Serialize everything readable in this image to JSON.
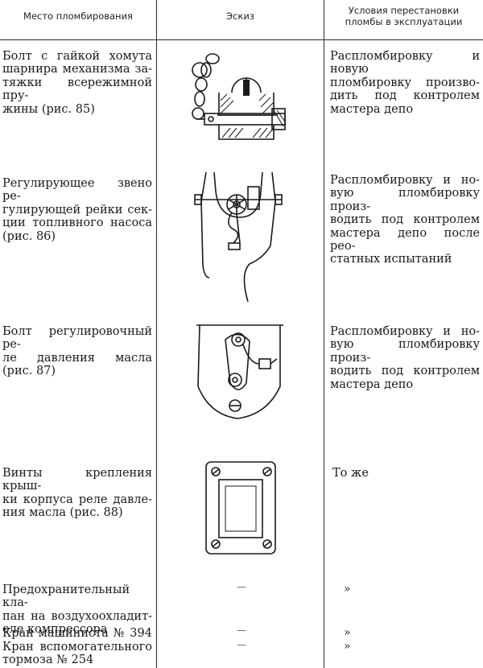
{
  "header": {
    "col1": "Место пломбирования",
    "col2": "Эскиз",
    "col3_line1": "Условия перестановки",
    "col3_line2": "пломбы в эксплуатации"
  },
  "rows": [
    {
      "place": [
        "Болт с гайкой хомута",
        "шарнира механизма за-",
        "тяжки всережимной пру-",
        "жины (рис. 85)"
      ],
      "condition": [
        "Распломбировку и новую",
        "пломбировку произво-",
        "дить под контролем",
        "мастера депо"
      ]
    },
    {
      "place": [
        "Регулирующее звено ре-",
        "гулирующей рейки сек-",
        "ции топливного насоса",
        "(рис. 86)"
      ],
      "condition": [
        "Распломбировку и но-",
        "вую пломбировку произ-",
        "водить под контролем",
        "мастера депо после рео-",
        "статных испытаний"
      ]
    },
    {
      "place": [
        "Болт регулировочный ре-",
        "ле давления масла",
        "(рис. 87)"
      ],
      "condition": [
        "Распломбировку и но-",
        "вую пломбировку произ-",
        "водить под контролем",
        "мастера депо"
      ]
    },
    {
      "place": [
        "Винты крепления крыш-",
        "ки корпуса реле давле-",
        "ния масла (рис. 88)"
      ],
      "condition": [
        "То же"
      ]
    },
    {
      "place": [
        "Предохранительный кла-",
        "пан на воздухоохладит-",
        "еле компрессора"
      ],
      "sketch_mark": "—",
      "condition": [
        "»"
      ]
    },
    {
      "place": [
        "Кран машиниста № 394"
      ],
      "sketch_mark": "—",
      "condition": [
        "»"
      ]
    },
    {
      "place": [
        "Кран вспомогательного",
        "тормоза № 254"
      ],
      "sketch_mark": "—",
      "condition": [
        "»"
      ]
    }
  ]
}
